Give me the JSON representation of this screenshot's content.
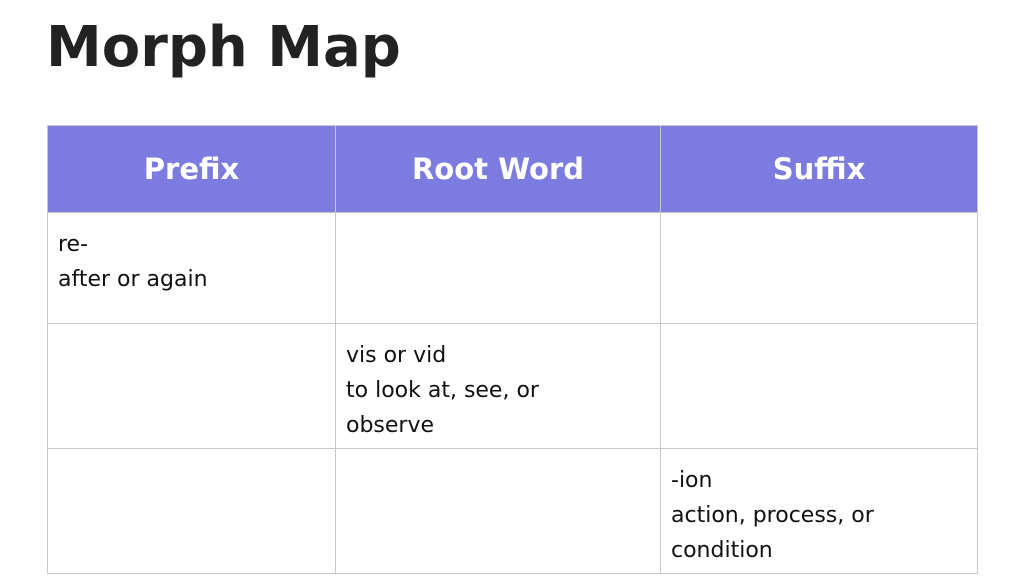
{
  "title": "Morph Map",
  "table": {
    "headers": [
      "Prefix",
      "Root Word",
      "Suffix"
    ],
    "rows": [
      [
        [
          "re-",
          "after or again"
        ],
        [],
        []
      ],
      [
        [],
        [
          "vis or vid",
          "to look at, see, or",
          "observe"
        ],
        []
      ],
      [
        [],
        [],
        [
          "-ion",
          "action, process, or",
          "condition"
        ]
      ]
    ]
  },
  "colors": {
    "header_background": "#7c7ce0",
    "header_text": "#ffffff",
    "border": "#c8c8c8"
  }
}
